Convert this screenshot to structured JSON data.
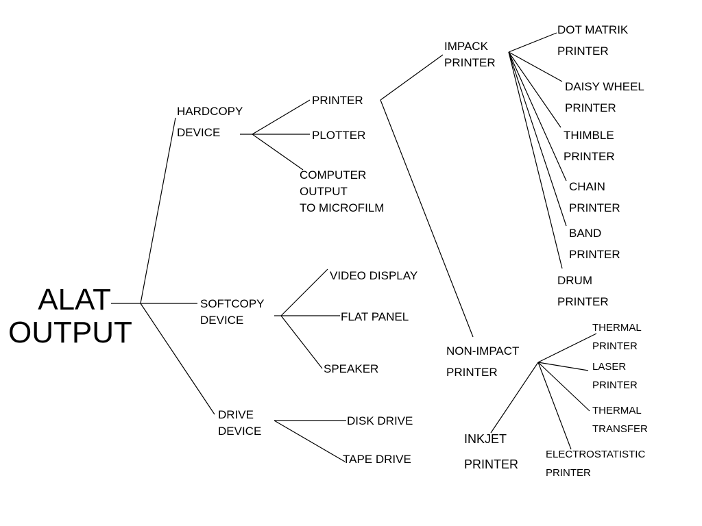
{
  "diagram": {
    "root": {
      "line1": "ALAT",
      "line2": "OUTPUT"
    },
    "hardcopy": {
      "line1": "HARDCOPY",
      "line2": "DEVICE",
      "printer": "PRINTER",
      "plotter": "PLOTTER",
      "com": {
        "line1": "COMPUTER",
        "line2": "OUTPUT",
        "line3": "TO MICROFILM"
      }
    },
    "impact": {
      "line1": "IMPACK",
      "line2": "PRINTER",
      "children": [
        {
          "line1": "DOT MATRIK",
          "line2": "PRINTER"
        },
        {
          "line1": "DAISY WHEEL",
          "line2": "PRINTER"
        },
        {
          "line1": "THIMBLE",
          "line2": "PRINTER"
        },
        {
          "line1": "CHAIN",
          "line2": "PRINTER"
        },
        {
          "line1": "BAND",
          "line2": "PRINTER"
        },
        {
          "line1": "DRUM",
          "line2": "PRINTER"
        }
      ]
    },
    "nonimpact": {
      "line1": "NON-IMPACT",
      "line2": "PRINTER",
      "children": [
        {
          "line1": "THERMAL",
          "line2": "PRINTER"
        },
        {
          "line1": "LASER",
          "line2": "PRINTER"
        },
        {
          "line1": "THERMAL",
          "line2": "TRANSFER"
        },
        {
          "line1": "ELECTROSTATISTIC",
          "line2": "PRINTER"
        },
        {
          "line1": "INKJET",
          "line2": "PRINTER"
        }
      ]
    },
    "softcopy": {
      "line1": "SOFTCOPY",
      "line2": "DEVICE",
      "video": "VIDEO DISPLAY",
      "flat": "FLAT PANEL",
      "speaker": "SPEAKER"
    },
    "drive": {
      "line1": "DRIVE",
      "line2": "DEVICE",
      "disk": "DISK DRIVE",
      "tape": "TAPE DRIVE"
    }
  }
}
